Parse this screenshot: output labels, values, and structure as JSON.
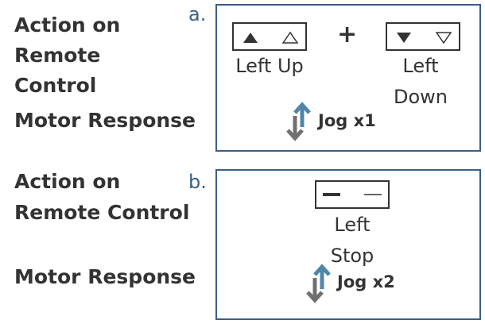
{
  "left": {
    "a_action": [
      "Action on",
      "Remote",
      "Control"
    ],
    "a_motor": "Motor Response",
    "b_action": [
      "Action on",
      "Remote Control"
    ],
    "b_motor": "Motor Response"
  },
  "panel_a": {
    "letter": "a.",
    "btn1_label": "Left Up",
    "plus": "+",
    "btn2_label": [
      "Left",
      "Down"
    ],
    "jog": "Jog x1"
  },
  "panel_b": {
    "letter": "b.",
    "btn_label": [
      "Left",
      "Stop"
    ],
    "jog": "Jog x2"
  },
  "colors": {
    "panel_border": "#3b5f86",
    "arrow_up": "#4f86a9",
    "arrow_down": "#707070",
    "text": "#333333"
  }
}
